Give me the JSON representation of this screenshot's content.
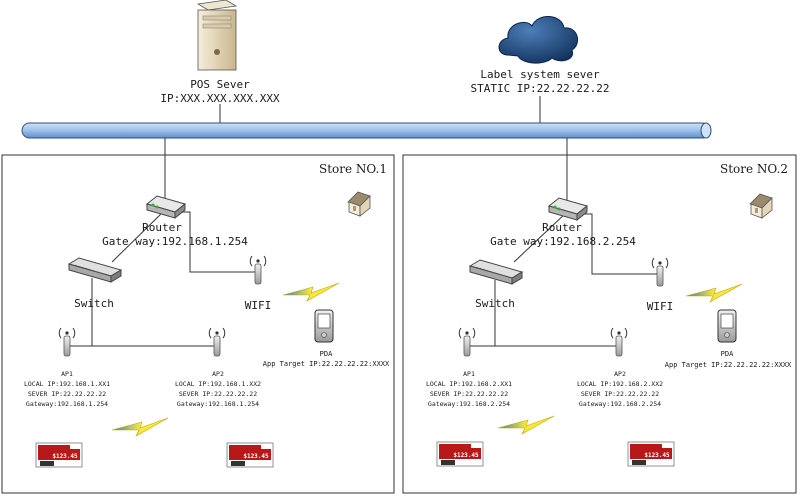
{
  "pos_server": {
    "name": "POS Sever",
    "ip": "IP:XXX.XXX.XXX.XXX"
  },
  "label_server": {
    "name": "Label system sever",
    "ip": "STATIC IP:22.22.22.22"
  },
  "stores": [
    {
      "title": "Store NO.1",
      "router": {
        "name": "Router",
        "gateway": "Gate way:192.168.1.254"
      },
      "switch": "Switch",
      "wifi": "WIFI",
      "pda": {
        "name": "PDA",
        "target": "App Target IP:22.22.22.22:XXXX"
      },
      "ap1": {
        "name": "AP1",
        "local": "LOCAL IP:192.168.1.XX1",
        "server": "SEVER IP:22.22.22.22",
        "gateway": "Gateway:192.168.1.254"
      },
      "ap2": {
        "name": "AP2",
        "local": "LOCAL IP:192.168.1.XX2",
        "server": "SEVER IP:22.22.22.22",
        "gateway": "Gateway:192.168.1.254"
      },
      "tag": {
        "price": "$123.45"
      }
    },
    {
      "title": "Store NO.2",
      "router": {
        "name": "Router",
        "gateway": "Gate way:192.168.2.254"
      },
      "switch": "Switch",
      "wifi": "WIFI",
      "pda": {
        "name": "PDA",
        "target": "App Target IP:22.22.22.22:XXXX"
      },
      "ap1": {
        "name": "AP1",
        "local": "LOCAL IP:192.168.2.XX1",
        "server": "SEVER IP:22.22.22.22",
        "gateway": "Gateway:192.168.2.254"
      },
      "ap2": {
        "name": "AP2",
        "local": "LOCAL IP:192.168.2.XX2",
        "server": "SEVER IP:22.22.22.22",
        "gateway": "Gateway:192.168.2.254"
      },
      "tag": {
        "price": "$123.45"
      }
    }
  ]
}
